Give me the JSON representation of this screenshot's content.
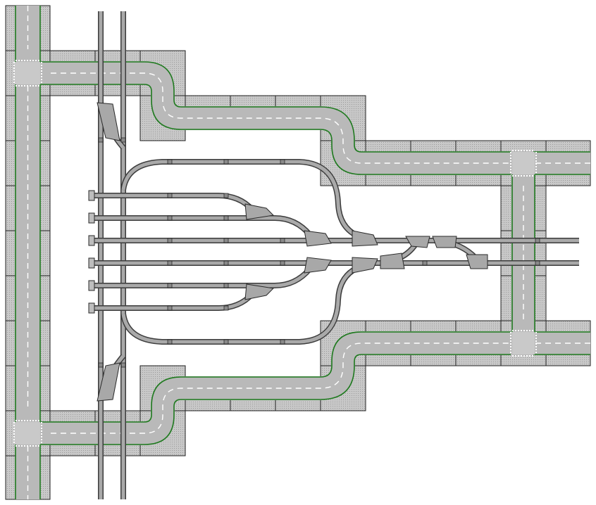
{
  "diagram": {
    "kind": "track-and-road-layout",
    "colors": {
      "background": "#ffffff",
      "tile": "#c4c4c4",
      "road_asphalt": "#b9b9b9",
      "road_edge_line": "#1f7a1f",
      "center_dash": "#ffffff",
      "track_bed": "#3c3c3c",
      "track_top": "#a9a9a9"
    },
    "counts": {
      "parallel_yard_tracks": 6,
      "road_intersections": 4,
      "track_switches": 12,
      "buffer_stops": 6
    }
  }
}
